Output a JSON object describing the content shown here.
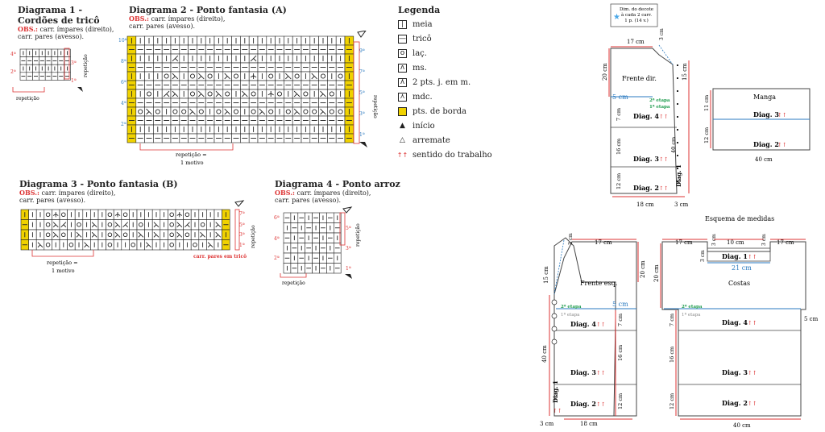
{
  "diagram1": {
    "title1": "Diagrama 1 -",
    "title2": "Cordões de tricô",
    "obs_label": "OBS.:",
    "obs_line1": " carr. ímpares (direito),",
    "obs_line2": "carr. pares (avesso).",
    "row_numbers_left": [
      "4ª",
      "2ª"
    ],
    "row_numbers_right": [
      "3ª",
      "1ª"
    ],
    "repeat_side": "repetição",
    "repeat_bottom": "repetição"
  },
  "diagram2": {
    "title": "Diagrama 2 - Ponto fantasia (A)",
    "obs_label": "OBS.:",
    "obs_line1": " carr. ímpares (direito),",
    "obs_line2": "carr. pares (avesso).",
    "row_numbers_left": [
      "10ª",
      "8ª",
      "6ª",
      "4ª",
      "2ª"
    ],
    "row_numbers_right": [
      "9ª",
      "7ª",
      "5ª",
      "3ª",
      "1ª"
    ],
    "repeat_side": "repetição",
    "repeat_bottom1": "repetição =",
    "repeat_bottom2": "1 motivo"
  },
  "diagram3": {
    "title": "Diagrama 3 - Ponto fantasia (B)",
    "obs_label": "OBS.:",
    "obs_line1": " carr. ímpares (direito),",
    "obs_line2": "carr. pares (avesso).",
    "row_numbers_right": [
      "7ª",
      "5ª",
      "3ª",
      "1ª"
    ],
    "repeat_side": "repetição",
    "note": "carr. pares em tricô",
    "repeat_bottom1": "repetição =",
    "repeat_bottom2": "1 motivo"
  },
  "diagram4": {
    "title": "Diagrama 4 - Ponto arroz",
    "obs_label": "OBS.:",
    "obs_line1": " carr. ímpares (direito),",
    "obs_line2": "carr. pares (avesso).",
    "row_numbers_left": [
      "6ª",
      "4ª",
      "2ª"
    ],
    "row_numbers_right": [
      "5ª",
      "3ª",
      "1ª"
    ],
    "repeat_side": "repetição",
    "repeat_bottom": "repetição"
  },
  "legend": {
    "title": "Legenda",
    "items": [
      {
        "symbol": "|",
        "label": "meia"
      },
      {
        "symbol": "—",
        "label": "tricô"
      },
      {
        "symbol": "o",
        "label": "laç."
      },
      {
        "symbol": "ʌ",
        "label": "ms."
      },
      {
        "symbol": "ʎ",
        "label": "2 pts. j. em m."
      },
      {
        "symbol": "⋏",
        "label": "mdc."
      },
      {
        "symbol": "",
        "label": "pts. de borda"
      },
      {
        "symbol": "▲",
        "label": "início"
      },
      {
        "symbol": "△",
        "label": "arremate"
      },
      {
        "symbol": "↑↑",
        "label": "sentido do trabalho"
      }
    ]
  },
  "colors": {
    "border_yellow": "#f0d200",
    "red": "#d33333",
    "blue": "#2a7ac0",
    "green": "#1a9a4a"
  },
  "schema": {
    "title": "Esquema de medidas",
    "decote_note1": "Dim. do decote",
    "decote_note2": "à cada 2 carr.",
    "decote_note3": "1 p. (14 v.)",
    "frente_dir": {
      "label": "Frente dir.",
      "top": "17 cm",
      "top_right": "3 cm",
      "left_top": "20 cm",
      "right_top": "15 cm",
      "decote": "5 cm",
      "etapa2": "2ª etapa",
      "etapa1": "1ª etapa",
      "left_7": "7 cm",
      "left_16": "16 cm",
      "left_12": "12 cm",
      "right_40": "40 cm",
      "diag4": "Diag. 4",
      "diag3": "Diag. 3",
      "diag2": "Diag. 2",
      "diag1": "Diag. 1",
      "bottom": "18 cm",
      "bottom_right": "3 cm",
      "arrows": "↑↑"
    },
    "manga": {
      "label": "Manga",
      "left_11": "11 cm",
      "left_12": "12 cm",
      "diag3": "Diag. 3",
      "diag2": "Diag. 2",
      "bottom": "40 cm",
      "arrows": "↑↑"
    },
    "frente_esq": {
      "label": "Frente esq.",
      "top_left": "3 cm",
      "top": "17 cm",
      "left_15": "15 cm",
      "right_20": "20 cm",
      "decote": "5 cm",
      "etapa2": "2ª etapa",
      "etapa1": "1ª etapa",
      "right_7": "7 cm",
      "right_16": "16 cm",
      "right_12": "12 cm",
      "left_40": "40 cm",
      "diag4": "Diag. 4",
      "diag3": "Diag. 3",
      "diag2": "Diag. 2",
      "diag1": "Diag. 1",
      "bottom_left": "3 cm",
      "bottom": "18 cm",
      "arrows": "↑↑"
    },
    "costas": {
      "label": "Costas",
      "top_left": "17 cm",
      "top_mid": "10 cm",
      "top_right": "17 cm",
      "neck_left": "3 cm",
      "neck_right": "3 cm",
      "neck_3": "3 cm",
      "neck_21": "21 cm",
      "left_20": "20 cm",
      "right_5": "5 cm",
      "etapa2": "2ª etapa",
      "etapa1": "1ª etapa",
      "left_7": "7 cm",
      "left_16": "16 cm",
      "left_12": "12 cm",
      "diag1": "Diag. 1",
      "diag4": "Diag. 4",
      "diag3": "Diag. 3",
      "diag2": "Diag. 2",
      "bottom": "40 cm",
      "arrows": "↑↑"
    }
  }
}
